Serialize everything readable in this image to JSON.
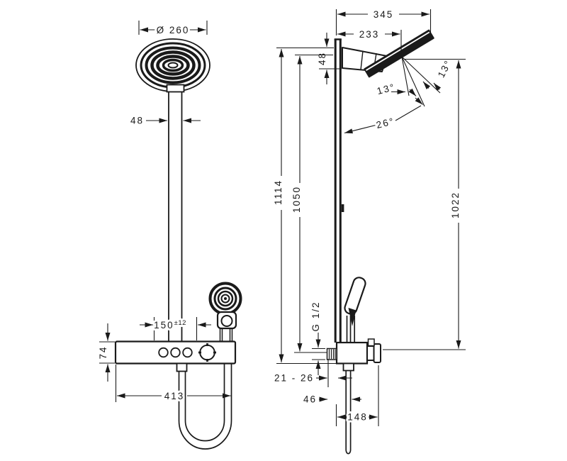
{
  "drawing": {
    "type": "technical-dimension-drawing",
    "subject": "shower-pipe with overhead shower, thermostat and hand shower (front and side elevation)",
    "background_color": "#ffffff",
    "line_color": "#1a1a1a"
  },
  "front_view": {
    "head_diameter": "Ø 260",
    "pipe_width": "48",
    "connection_spacing": "150",
    "connection_tolerance": "±12",
    "valve_height": "74",
    "valve_width": "413"
  },
  "side_view": {
    "overall_projection": "345",
    "head_projection": "233",
    "arm_height": "48",
    "angle_left": "13°",
    "angle_right": "13°",
    "angle_total": "26°",
    "height_overall": "1114",
    "height_pipe": "1050",
    "height_spray": "1022",
    "thread_size": "G 1/2",
    "wall_clearance": "21 - 26",
    "hose_offset": "46",
    "depth_bottom": "148"
  }
}
